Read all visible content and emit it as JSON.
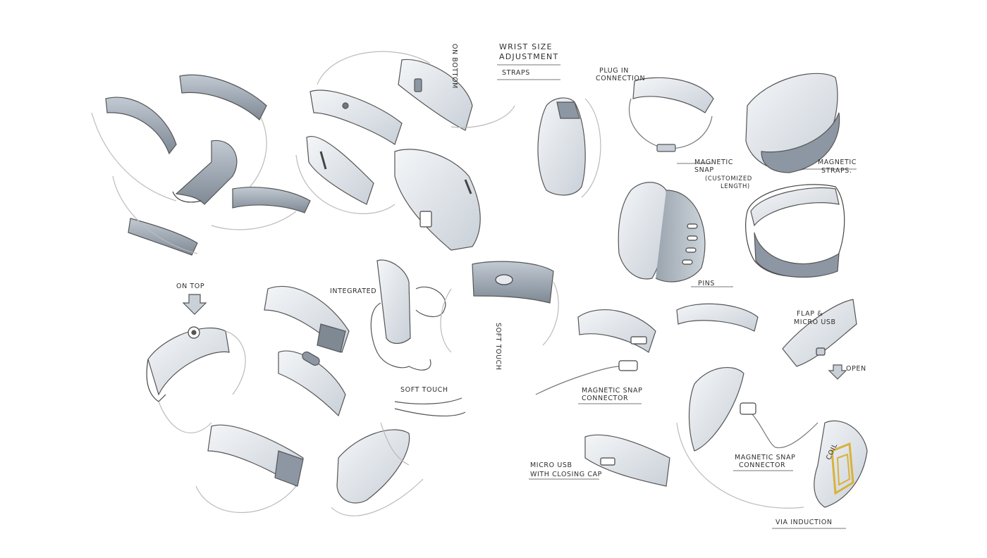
{
  "labels": {
    "wrist_size_adjustment_1": "WRIST SIZE",
    "wrist_size_adjustment_2": "ADJUSTMENT",
    "straps": "STRAPS",
    "on_bottom": "ON BOTTOM",
    "plug_in_1": "PLUG IN",
    "plug_in_2": "CONNECTION",
    "magnetic_snap_1": "MAGNETIC",
    "magnetic_snap_2": "SNAP",
    "magnetic_snap_3": "(CUSTOMIZED",
    "magnetic_snap_4": "LENGTH)",
    "magnetic_straps_1": "MAGNETIC",
    "magnetic_straps_2": "STRAPS.",
    "pins": "PINS",
    "on_top": "ON TOP",
    "integrated": "INTEGRATED",
    "soft_touch_vertical": "SOFT TOUCH",
    "soft_touch": "SOFT TOUCH",
    "flap_1": "FLAP &",
    "flap_2": "MICRO USB",
    "open": "OPEN",
    "magnetic_connector_1_a": "MAGNETIC SNAP",
    "magnetic_connector_1_b": "CONNECTOR",
    "magnetic_connector_2_a": "MAGNETIC SNAP",
    "magnetic_connector_2_b": "CONNECTOR",
    "micro_usb_1": "MICRO USB",
    "micro_usb_2": "WITH CLOSING CAP",
    "coil": "COIL",
    "via_induction": "VIA INDUCTION"
  },
  "colors": {
    "paper": "#ffffff",
    "ink": "#2f2f2f",
    "marker_dark": "#8d97a3",
    "marker_light": "#c9d0d8",
    "marker_pale": "#e6eaee",
    "coil_yellow": "#d9b23a"
  }
}
